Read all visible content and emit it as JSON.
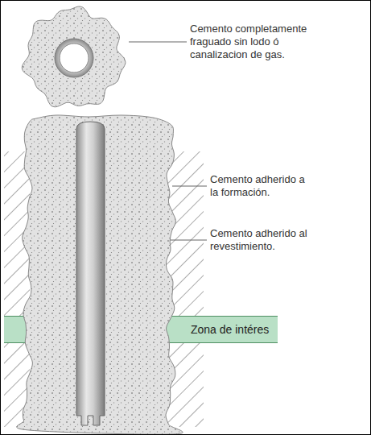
{
  "diagram": {
    "nodes": [
      {
        "text": [
          "Zona de intéres"
        ]
      }
    ],
    "labels": [
      "Cemento completamente fraguado sin lodo ó canalizacion de gas.",
      "Cemento adherido a la formación.",
      "Cemento adherido al revestimiento."
    ]
  }
}
